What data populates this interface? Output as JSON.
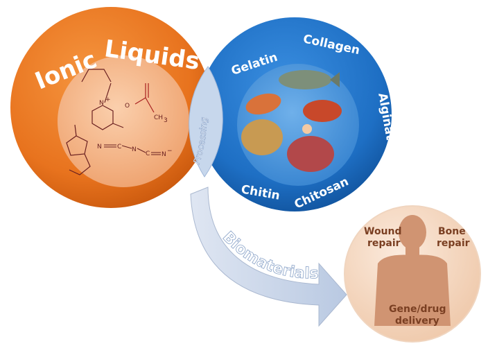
{
  "ionic_liquids": {
    "word1": "Ionic",
    "word2": "Liquids",
    "chem_labels": {
      "n_plus": "N",
      "plus": "+",
      "o": "O",
      "ch3": "CH",
      "three": "3",
      "anion_n1": "N",
      "anion_c1": "C",
      "anion_n2": "N",
      "anion_c2": "C",
      "anion_n3": "N",
      "minus": "−"
    }
  },
  "biopolymers": {
    "items": [
      "Gelatin",
      "Collagen",
      "Alginate",
      "Chitin",
      "Chitosan"
    ]
  },
  "processing_label": "Processing",
  "arrow_label": "Biomaterials",
  "applications": {
    "wound": [
      "Wound",
      "repair"
    ],
    "bone": [
      "Bone",
      "repair"
    ],
    "gene": [
      "Gene/drug",
      "delivery"
    ]
  },
  "colors": {
    "orange": "#e8731e",
    "blue": "#1e6fc4",
    "arrow": "#c9d5e8",
    "body": "#cf8f6a",
    "app_bg": "#f6dcc8"
  }
}
